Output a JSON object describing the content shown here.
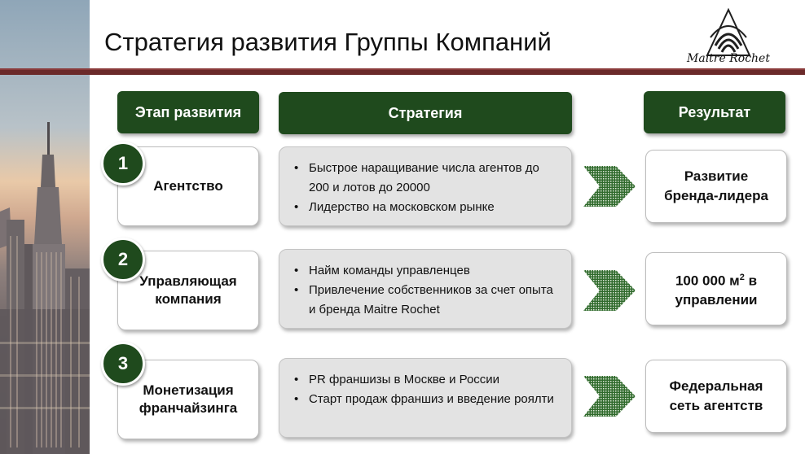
{
  "title": "Стратегия развития Группы Компаний",
  "logo": {
    "text": "Maitre Rochet",
    "icon": "shell-icon"
  },
  "headers": {
    "stage": "Этап развития",
    "strategy": "Стратегия",
    "result": "Результат"
  },
  "colors": {
    "header_green": "#1f4a1d",
    "rule": "#6b2a2a",
    "box_gray": "#e3e3e3"
  },
  "rows": [
    {
      "number": "1",
      "stage": "Агентство",
      "strategy": [
        "Быстрое наращивание числа агентов до 200 и лотов до 20000",
        "Лидерство на московском рынке"
      ],
      "result_line1": "Развитие",
      "result_line2": "бренда-лидера"
    },
    {
      "number": "2",
      "stage_line1": "Управляющая",
      "stage_line2": "компания",
      "strategy": [
        "Найм команды управленцев",
        "Привлечение собственников за счет опыта и бренда Maitre Rochet"
      ],
      "result_line1_pre": "100 000 м",
      "result_sup": "2",
      "result_line1_post": " в",
      "result_line2": "управлении"
    },
    {
      "number": "3",
      "stage_line1": "Монетизация",
      "stage_line2": "франчайзинга",
      "strategy": [
        "PR франшизы в Москве и России",
        "Старт продаж франшиз и введение роялти"
      ],
      "result_line1": "Федеральная",
      "result_line2": "сеть агентств"
    }
  ]
}
